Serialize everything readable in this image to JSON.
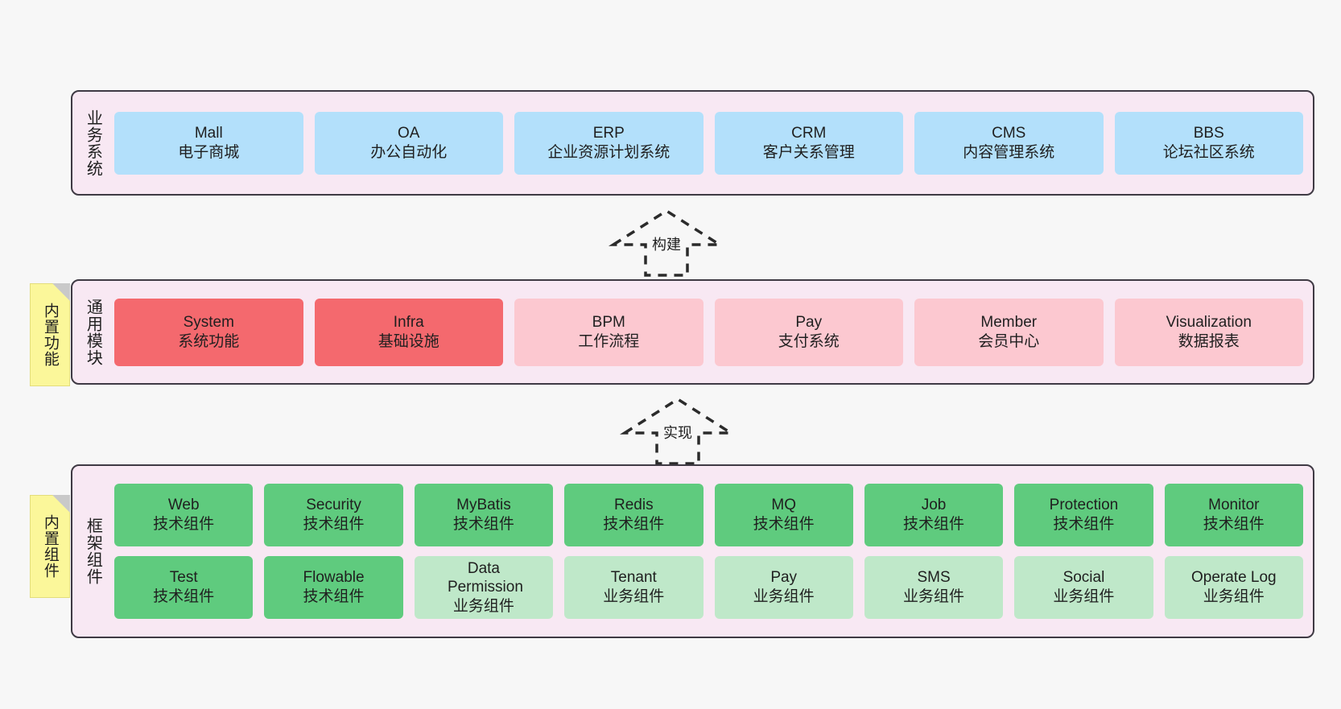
{
  "diagram": {
    "title_hidden": "",
    "background": "#f7f7f7",
    "palette": {
      "panel_bg": "#f8e8f3",
      "panel_border": "#3f3a44",
      "blue": "#b3e0fb",
      "red": "#f4696e",
      "pink": "#fcc8d0",
      "green": "#5fcb7e",
      "light_green": "#bfe8c9",
      "sticky": "#fbf79a",
      "sticky_fold": "#c9c9c9"
    }
  },
  "layers": [
    {
      "id": "business-systems",
      "title": "业务系统",
      "nodes": [
        {
          "en": "Mall",
          "cn": "电子商城",
          "style": "blue"
        },
        {
          "en": "OA",
          "cn": "办公自动化",
          "style": "blue"
        },
        {
          "en": "ERP",
          "cn": "企业资源计划系统",
          "style": "blue"
        },
        {
          "en": "CRM",
          "cn": "客户关系管理",
          "style": "blue"
        },
        {
          "en": "CMS",
          "cn": "内容管理系统",
          "style": "blue"
        },
        {
          "en": "BBS",
          "cn": "论坛社区系统",
          "style": "blue"
        }
      ]
    },
    {
      "id": "common-modules",
      "title": "通用模块",
      "sticky": "内置功能",
      "nodes": [
        {
          "en": "System",
          "cn": "系统功能",
          "style": "red"
        },
        {
          "en": "Infra",
          "cn": "基础设施",
          "style": "red"
        },
        {
          "en": "BPM",
          "cn": "工作流程",
          "style": "pink"
        },
        {
          "en": "Pay",
          "cn": "支付系统",
          "style": "pink"
        },
        {
          "en": "Member",
          "cn": "会员中心",
          "style": "pink"
        },
        {
          "en": "Visualization",
          "cn": "数据报表",
          "style": "pink"
        }
      ]
    },
    {
      "id": "framework-components",
      "title": "框架组件",
      "sticky": "内置组件",
      "rows": [
        [
          {
            "en": "Web",
            "cn": "技术组件",
            "style": "green"
          },
          {
            "en": "Security",
            "cn": "技术组件",
            "style": "green"
          },
          {
            "en": "MyBatis",
            "cn": "技术组件",
            "style": "green"
          },
          {
            "en": "Redis",
            "cn": "技术组件",
            "style": "green"
          },
          {
            "en": "MQ",
            "cn": "技术组件",
            "style": "green"
          },
          {
            "en": "Job",
            "cn": "技术组件",
            "style": "green"
          },
          {
            "en": "Protection",
            "cn": "技术组件",
            "style": "green"
          },
          {
            "en": "Monitor",
            "cn": "技术组件",
            "style": "green"
          }
        ],
        [
          {
            "en": "Test",
            "cn": "技术组件",
            "style": "green"
          },
          {
            "en": "Flowable",
            "cn": "技术组件",
            "style": "green"
          },
          {
            "en": "Data Permission",
            "cn": "业务组件",
            "style": "lightgreen"
          },
          {
            "en": "Tenant",
            "cn": "业务组件",
            "style": "lightgreen"
          },
          {
            "en": "Pay",
            "cn": "业务组件",
            "style": "lightgreen"
          },
          {
            "en": "SMS",
            "cn": "业务组件",
            "style": "lightgreen"
          },
          {
            "en": "Social",
            "cn": "业务组件",
            "style": "lightgreen"
          },
          {
            "en": "Operate Log",
            "cn": "业务组件",
            "style": "lightgreen"
          }
        ]
      ]
    }
  ],
  "connectors": [
    {
      "id": "build",
      "label": "构建"
    },
    {
      "id": "implement",
      "label": "实现"
    }
  ]
}
